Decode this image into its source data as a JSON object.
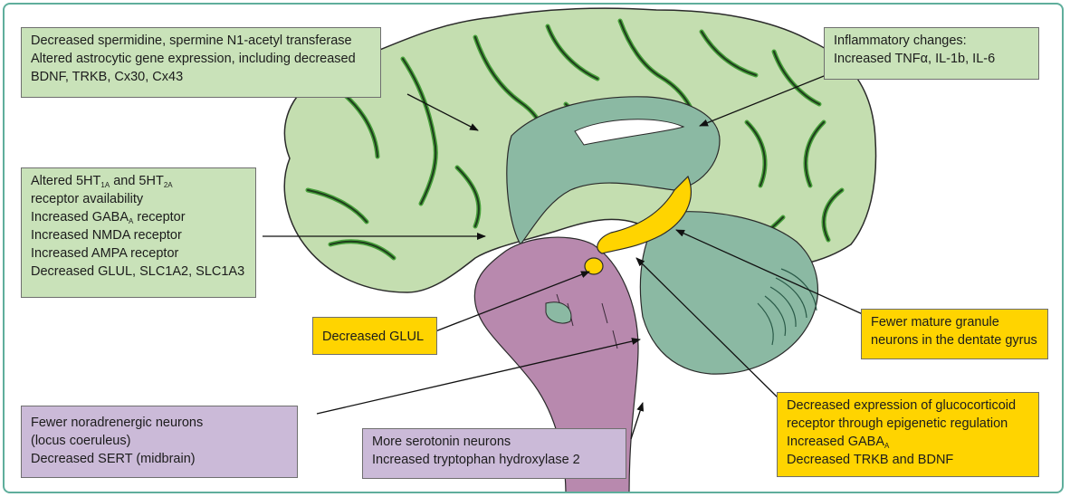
{
  "colors": {
    "cortex": "#c4deb0",
    "gyrus_line": "#1f3d1d",
    "gyrus_rim": "#3a9a2e",
    "limbic": "#8bb9a3",
    "hippocampus": "#ffd400",
    "brainstem": "#b889ae",
    "box_green": "#c9e2b9",
    "box_yellow": "#ffd400",
    "box_purple": "#cbbad8",
    "frame": "#5fae9c"
  },
  "boxes": {
    "top_left": {
      "lines": [
        "Decreased spermidine, spermine N1-acetyl transferase",
        "Altered astrocytic gene expression, including decreased",
        "BDNF, TRKB, Cx30, Cx43"
      ]
    },
    "top_right": {
      "lines": [
        "Inflammatory changes:",
        "Increased TNFα, IL-1b, IL-6"
      ]
    },
    "mid_left": {
      "line1": {
        "a": "Altered 5HT",
        "sub1": "1A",
        "b": " and 5HT",
        "sub2": "2A"
      },
      "line2": "receptor availability",
      "line3": {
        "a": "Increased GABA",
        "sub": "A",
        "b": " receptor"
      },
      "line4": "Increased NMDA receptor",
      "line5": "Increased AMPA receptor",
      "line6": "Decreased GLUL, SLC1A2, SLC1A3"
    },
    "glul": {
      "text": "Decreased GLUL"
    },
    "dentate": {
      "lines": [
        "Fewer mature granule",
        "neurons in the dentate gyrus"
      ]
    },
    "glucocorticoid": {
      "line1": "Decreased expression of glucocorticoid",
      "line2": "receptor through epigenetic regulation",
      "line3": {
        "a": "Increased GABA",
        "sub": "A"
      },
      "line4": "Decreased TRKB and BDNF"
    },
    "noradrenergic": {
      "lines": [
        "Fewer noradrenergic neurons",
        "(locus coeruleus)",
        "Decreased SERT (midbrain)"
      ]
    },
    "serotonin": {
      "lines": [
        "More serotonin neurons",
        "Increased tryptophan hydroxylase 2"
      ]
    }
  }
}
